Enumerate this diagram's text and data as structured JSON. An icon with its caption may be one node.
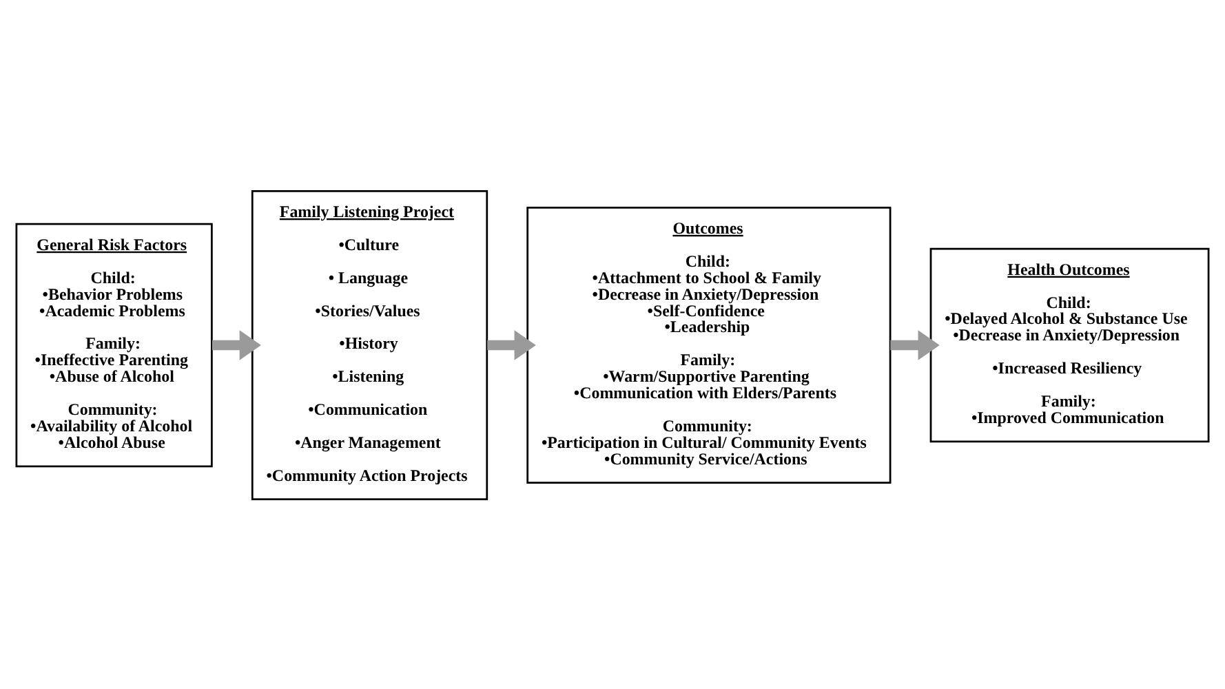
{
  "diagram": {
    "nodes": [
      {
        "text": [
          "General Risk Factors",
          "Child: •Behavior Problems •Academic Problems",
          "Family: •Ineffective Parenting •Abuse of Alcohol",
          "Community: •Availability of Alcohol •Alcohol Abuse"
        ]
      },
      {
        "text": [
          "Family Listening Project",
          "•Culture",
          "• Language",
          "•Stories/Values",
          "•History",
          "•Listening",
          "•Communication",
          "•Anger Management",
          "•Community Action Projects"
        ]
      },
      {
        "text": [
          "Outcomes",
          "Child: •Attachment to School & Family •Decrease in Anxiety/Depression •Self-Confidence •Leadership",
          "Family: •Warm/Supportive Parenting •Communication with Elders/Parents",
          "Community: •Participation in Cultural/ Community Events •Community Service/Actions"
        ]
      },
      {
        "text": [
          "Health Outcomes",
          "Child: •Delayed Alcohol & Substance Use •Decrease in Anxiety/Depression",
          "•Increased Resiliency",
          "Family: •Improved Communication"
        ]
      }
    ],
    "edges": [
      {
        "from": 0,
        "to": 1,
        "arrow": "to"
      },
      {
        "from": 1,
        "to": 2,
        "arrow": "to"
      },
      {
        "from": 2,
        "to": 3,
        "arrow": "to"
      }
    ]
  }
}
